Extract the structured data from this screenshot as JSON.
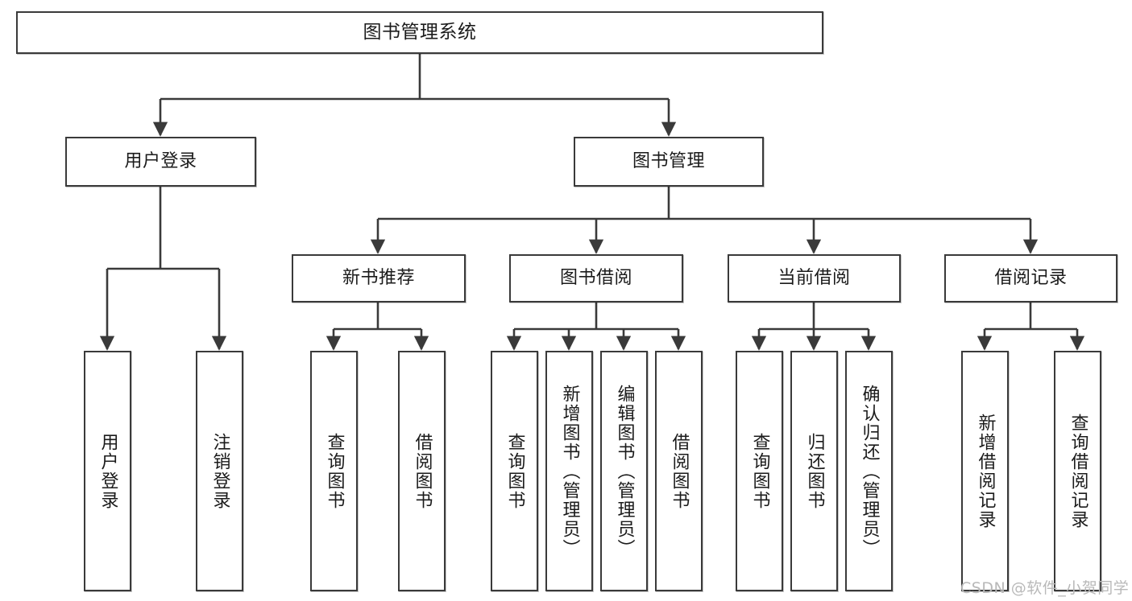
{
  "diagram": {
    "type": "tree-hierarchy-chart",
    "title": "图书管理系统",
    "orientation": "top-down",
    "line_color": "#3a3a3a",
    "box_fill": "#ffffff",
    "text_color": "#1b1b1b"
  },
  "nodes": {
    "root": {
      "label": "图书管理系统",
      "level": 1
    },
    "level2": [
      {
        "id": "user-login",
        "label": "用户登录"
      },
      {
        "id": "book-manage",
        "label": "图书管理"
      }
    ],
    "level3": [
      {
        "id": "new-book-recommend",
        "label": "新书推荐",
        "parent": "book-manage"
      },
      {
        "id": "book-borrow",
        "label": "图书借阅",
        "parent": "book-manage"
      },
      {
        "id": "current-borrow",
        "label": "当前借阅",
        "parent": "book-manage"
      },
      {
        "id": "borrow-record",
        "label": "借阅记录",
        "parent": "book-manage"
      }
    ],
    "leaves": [
      {
        "id": "leaf-user-login",
        "label": "用户登录",
        "parent": "user-login"
      },
      {
        "id": "leaf-user-logout",
        "label": "注销登录",
        "parent": "user-login"
      },
      {
        "id": "leaf-query-book-1",
        "label": "查询图书",
        "parent": "new-book-recommend"
      },
      {
        "id": "leaf-borrow-book-1",
        "label": "借阅图书",
        "parent": "new-book-recommend"
      },
      {
        "id": "leaf-query-book-2",
        "label": "查询图书",
        "parent": "book-borrow"
      },
      {
        "id": "leaf-add-book",
        "label": "新增图书（管理员）",
        "parent": "book-borrow"
      },
      {
        "id": "leaf-edit-book",
        "label": "编辑图书（管理员）",
        "parent": "book-borrow"
      },
      {
        "id": "leaf-borrow-book-2",
        "label": "借阅图书",
        "parent": "book-borrow"
      },
      {
        "id": "leaf-query-book-3",
        "label": "查询图书",
        "parent": "current-borrow"
      },
      {
        "id": "leaf-return-book",
        "label": "归还图书",
        "parent": "current-borrow"
      },
      {
        "id": "leaf-confirm-return",
        "label": "确认归还（管理员）",
        "parent": "current-borrow"
      },
      {
        "id": "leaf-add-record",
        "label": "新增借阅记录",
        "parent": "borrow-record"
      },
      {
        "id": "leaf-query-record",
        "label": "查询借阅记录",
        "parent": "borrow-record"
      }
    ]
  },
  "watermark": {
    "text": "CSDN @软件_小贺同学"
  }
}
